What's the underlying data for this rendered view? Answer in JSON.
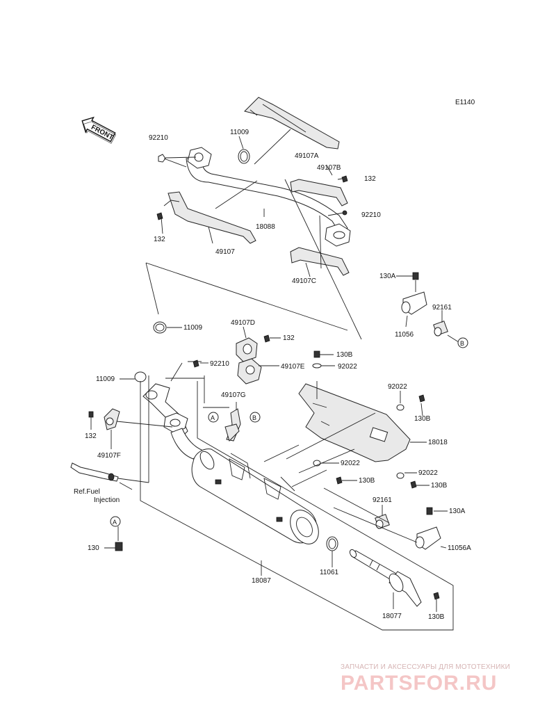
{
  "diagram_code": "E1140",
  "front_label": "FRONT",
  "ref_note": {
    "line1": "Ref.Fuel",
    "line2": "Injection"
  },
  "callouts": {
    "A": "A",
    "B": "B"
  },
  "parts": {
    "p92210_a": "92210",
    "p11009_a": "11009",
    "p49107A": "49107A",
    "p49107B": "49107B",
    "p132_a": "132",
    "p92210_b": "92210",
    "p18088": "18088",
    "p132_b": "132",
    "p49107": "49107",
    "p49107C": "49107C",
    "p130A_a": "130A",
    "p92161_a": "92161",
    "p11056": "11056",
    "p11009_b": "11009",
    "p49107D": "49107D",
    "p132_c": "132",
    "p130B_a": "130B",
    "p92210_c": "92210",
    "p49107E": "49107E",
    "p92022_a": "92022",
    "p11009_c": "11009",
    "p49107G": "49107G",
    "p92022_b": "92022",
    "p130B_b": "130B",
    "p132_d": "132",
    "p49107F": "49107F",
    "p18018": "18018",
    "p92022_c": "92022",
    "p130B_c": "130B",
    "p92022_d": "92022",
    "p130B_d": "130B",
    "p92161_b": "92161",
    "p130A_b": "130A",
    "p11056A": "11056A",
    "p130": "130",
    "p11061": "11061",
    "p18087": "18087",
    "p18077": "18077",
    "p130B_e": "130B"
  },
  "watermark": {
    "tagline": "ЗАПЧАСТИ И АКСЕССУАРЫ ДЛЯ МОТОТЕХНИКИ",
    "brand": "PARTSFOR.RU"
  }
}
